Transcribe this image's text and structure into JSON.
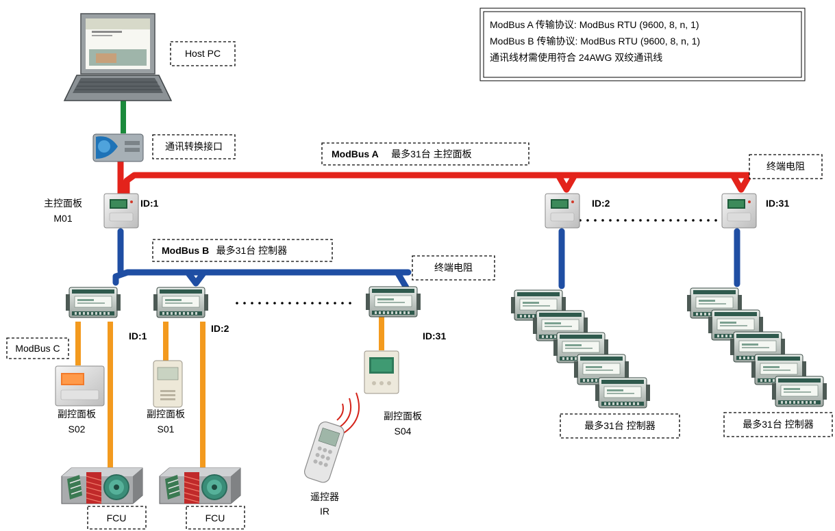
{
  "protocol_box": {
    "line1": "ModBus A 传输协议: ModBus RTU (9600, 8, n, 1)",
    "line2": "ModBus B 传输协议: ModBus RTU (9600, 8, n, 1)",
    "line3": "通讯线材需使用符合 24AWG 双绞通讯线"
  },
  "host_pc": "Host PC",
  "converter": "通讯转换接口",
  "modbus_a": {
    "name": "ModBus A",
    "desc": "最多31台 主控面板"
  },
  "modbus_b": {
    "name": "ModBus B",
    "desc": "最多31台 控制器"
  },
  "modbus_c": "ModBus C",
  "terminator_a": "终端电阻",
  "terminator_b": "终端电阻",
  "master_panel": {
    "name": "主控面板",
    "code": "M01",
    "id": "ID:1"
  },
  "master_2_id": "ID:2",
  "master_31_id": "ID:31",
  "controller_ids": [
    "ID:1",
    "ID:2",
    "ID:31"
  ],
  "sub_panels": [
    {
      "name": "副控面板",
      "code": "S02"
    },
    {
      "name": "副控面板",
      "code": "S01"
    },
    {
      "name": "副控面板",
      "code": "S04"
    }
  ],
  "remote": {
    "name": "遥控器",
    "code": "IR"
  },
  "fcu_labels": [
    "FCU",
    "FCU"
  ],
  "max_controllers_left": "最多31台 控制器",
  "max_controllers_right": "最多31台 控制器",
  "colors": {
    "modbus_a": "#e3231b",
    "modbus_b": "#1f4ea3",
    "modbus_c": "#f39a1e",
    "pc_link": "#1b8a3c"
  }
}
